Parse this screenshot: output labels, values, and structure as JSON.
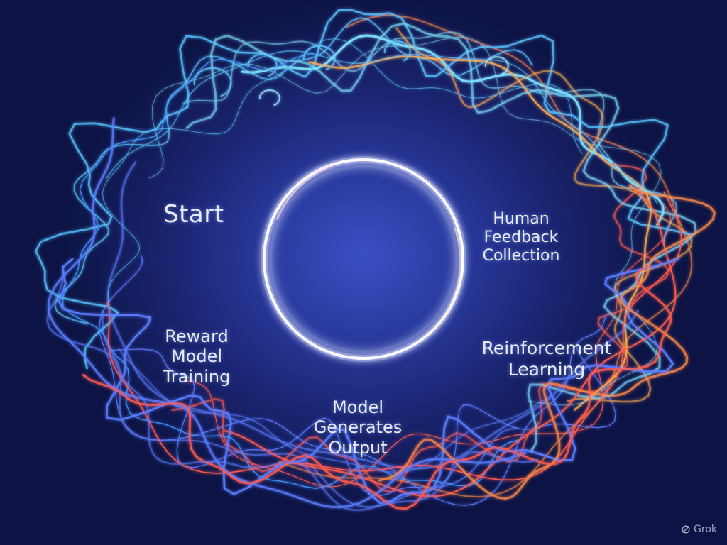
{
  "diagram": {
    "stages": [
      {
        "id": "start",
        "lines": [
          "Start"
        ]
      },
      {
        "id": "human-feedback",
        "lines": [
          "Human",
          "Feedback",
          "Collection"
        ]
      },
      {
        "id": "reinforcement",
        "lines": [
          "Reinforcement",
          "Learning"
        ]
      },
      {
        "id": "model-output",
        "lines": [
          "Model",
          "Generates",
          "Output"
        ]
      },
      {
        "id": "reward-model",
        "lines": [
          "Reward",
          "Model",
          "Training"
        ]
      }
    ]
  },
  "watermark": {
    "text": "Grok",
    "icon": "grok-logo-icon"
  },
  "colors": {
    "background_dark": "#0d1445",
    "background_glow": "#3a4fc4",
    "strand_blue": "#4aa8ff",
    "strand_cyan": "#6fd8ff",
    "strand_orange": "#ffa048",
    "strand_red": "#ff5a4a",
    "ring_glow": "#f4f6ff"
  }
}
